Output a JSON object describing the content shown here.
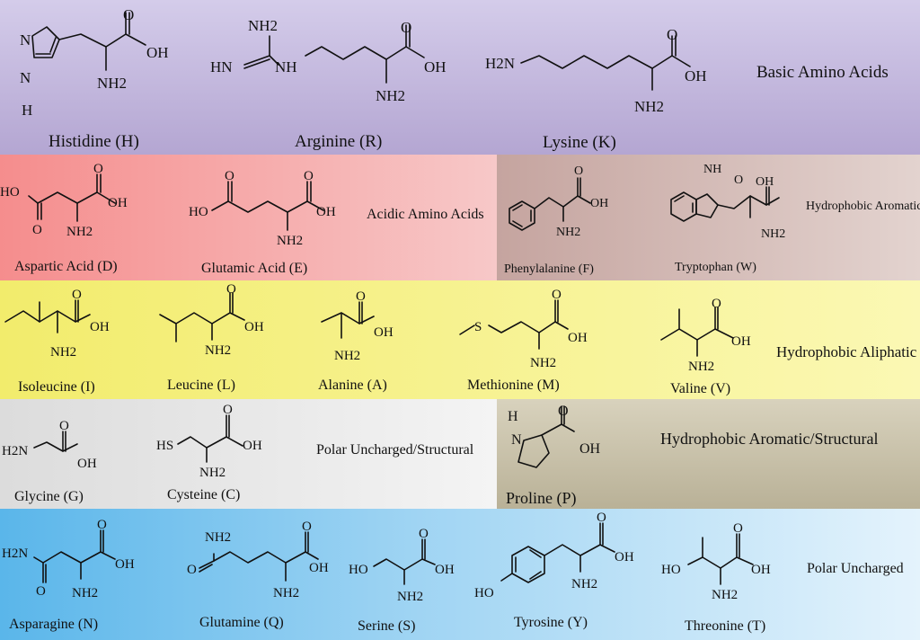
{
  "groups": {
    "basic": {
      "label": "Basic Amino Acids",
      "color": "#b3a6cf"
    },
    "acidic": {
      "label": "Acidic Amino Acids",
      "color": "#f07a7a"
    },
    "hydrophobic_aromatic": {
      "label": "Hydrophobic Aromatic",
      "color": "#c9a9a3"
    },
    "hydrophobic_aliphatic": {
      "label": "Hydrophobic Aliphatic",
      "color": "#f7f07a"
    },
    "polar_uncharged_structural": {
      "label": "Polar Uncharged/Structural",
      "color": "#e6e6e6"
    },
    "hydrophobic_aromatic_structural": {
      "label": "Hydrophobic Aromatic/Structural",
      "color": "#c6bfa7"
    },
    "polar_uncharged": {
      "label": "Polar Uncharged",
      "color": "#6dc0ec"
    }
  },
  "amino_acids": {
    "histidine": "Histidine (H)",
    "arginine": "Arginine (R)",
    "lysine": "Lysine (K)",
    "aspartic_acid": "Aspartic Acid (D)",
    "glutamic_acid": "Glutamic Acid (E)",
    "phenylalanine": "Phenylalanine (F)",
    "tryptophan": "Tryptophan (W)",
    "isoleucine": "Isoleucine (I)",
    "leucine": "Leucine (L)",
    "alanine": "Alanine (A)",
    "methionine": "Methionine (M)",
    "valine": "Valine (V)",
    "glycine": "Glycine (G)",
    "cysteine": "Cysteine (C)",
    "proline": "Proline (P)",
    "asparagine": "Asparagine (N)",
    "glutamine": "Glutamine (Q)",
    "serine": "Serine (S)",
    "tyrosine": "Tyrosine (Y)",
    "threonine": "Threonine (T)"
  },
  "atoms": {
    "oh": "OH",
    "o": "O",
    "ho": "HO",
    "nh2": "NH2",
    "h2n": "H2N",
    "hn": "HN",
    "nh": "NH",
    "n": "N",
    "h": "H",
    "s": "S",
    "hs": "HS"
  }
}
